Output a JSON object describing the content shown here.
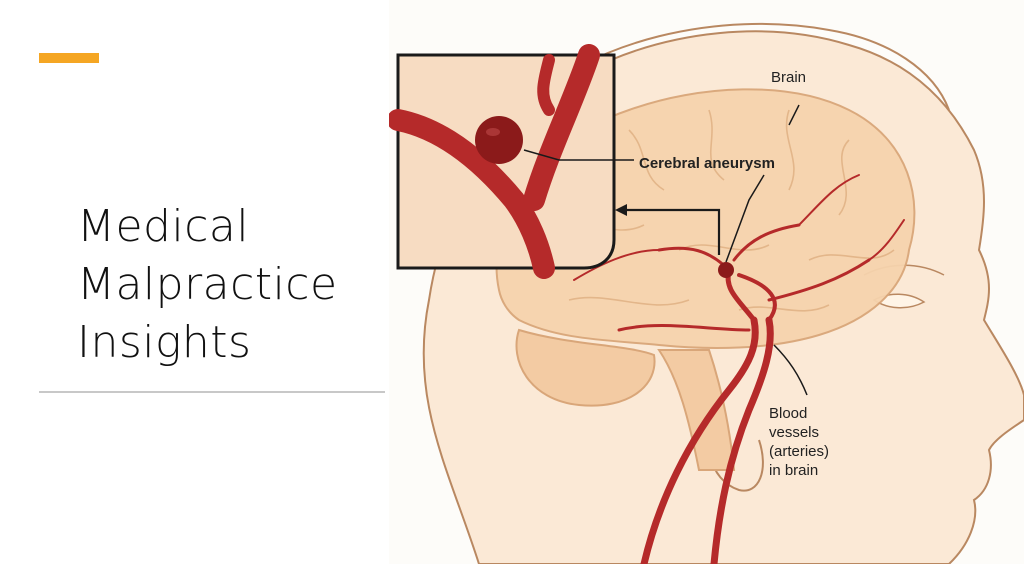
{
  "slide": {
    "title_lines": [
      "Medical",
      "Malpractice",
      "Insights"
    ],
    "accent_color": "#f5a623"
  },
  "illustration": {
    "labels": {
      "brain": "Brain",
      "aneurysm": "Cerebral aneurysm",
      "vessels_lines": [
        "Blood",
        "vessels",
        "(arteries)",
        "in brain"
      ]
    },
    "colors": {
      "artery": "#b52a2a",
      "aneurysm": "#8b1a1a",
      "brain": "#f6d3ad",
      "skin": "#fbe9d6",
      "outline": "#b98861"
    }
  }
}
